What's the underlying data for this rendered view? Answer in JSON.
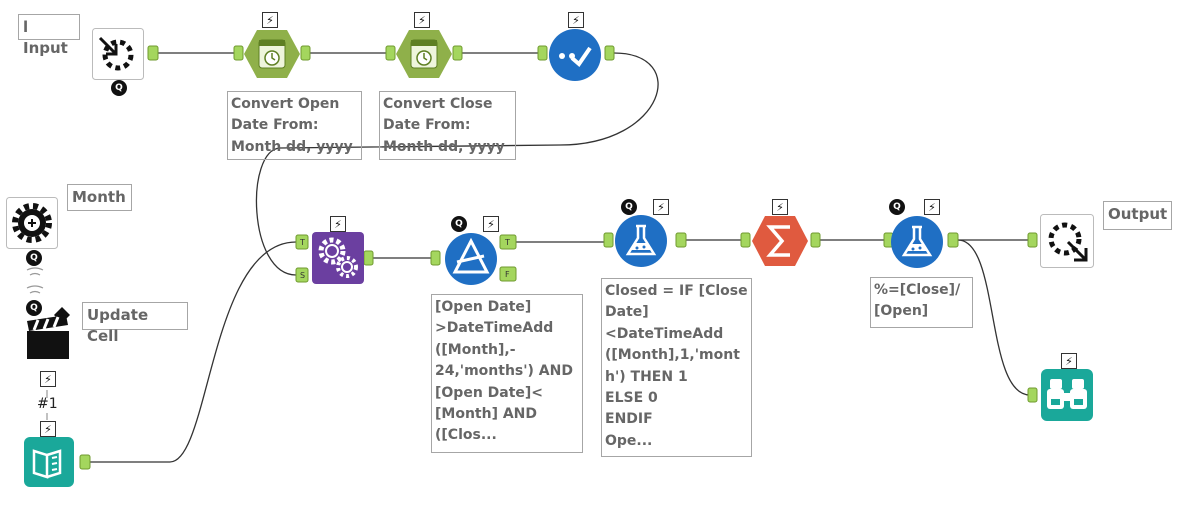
{
  "workflow": {
    "labels": {
      "input": "l Input",
      "month": "Month",
      "update_cell": "Update Cell",
      "output": "Output"
    },
    "annotations": {
      "convert_open": "Convert Open\nDate From:\nMonth dd, yyyy",
      "convert_close": "Convert Close\nDate From:\nMonth dd, yyyy",
      "filter": "[Open Date]\n>DateTimeAdd\n([Month],-\n24,'months') AND\n[Open Date]<\n[Month] AND\n([Clos...",
      "formula_closed": "Closed = IF [Close\nDate]\n<DateTimeAdd\n([Month],1,'mont\nh') THEN 1\nELSE 0\nENDIF\nOpe...",
      "formula_percent": "%=[Close]/\n[Open]"
    },
    "anchors": {
      "append_target": "T",
      "append_source": "S",
      "filter_true": "T",
      "filter_false": "F"
    },
    "badges": {
      "bolt": "⚡",
      "q": "Q",
      "question_number": "#1"
    },
    "icons": {
      "macro_input": "macro-input-icon",
      "datetime": "datetime-icon",
      "select": "select-icon",
      "question": "question-gear-icon",
      "action": "clapper-icon",
      "text_input": "text-input-icon",
      "append_fields": "append-fields-icon",
      "filter": "filter-icon",
      "formula": "formula-icon",
      "summarize": "summarize-icon",
      "macro_output": "macro-output-icon",
      "browse": "browse-icon"
    },
    "colors": {
      "green_tool": "#8fb04a",
      "blue_tool": "#1f6fc4",
      "purple_tool": "#6b3fa0",
      "orange_tool": "#e05a3f",
      "teal_tool": "#1aa89a",
      "anchor": "#a4d65e"
    }
  }
}
